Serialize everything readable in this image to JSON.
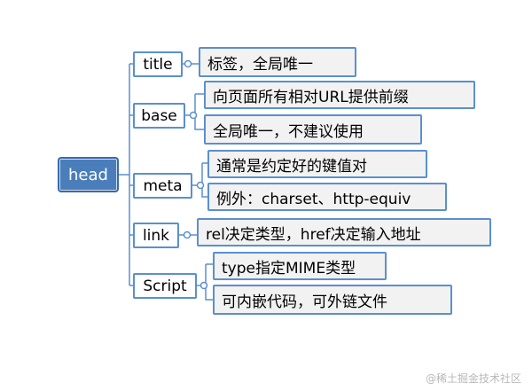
{
  "root": {
    "label": "head"
  },
  "branches": [
    {
      "label": "title",
      "leaves": [
        "标签，全局唯一"
      ]
    },
    {
      "label": "base",
      "leaves": [
        "向页面所有相对URL提供前缀",
        "全局唯一，不建议使用"
      ]
    },
    {
      "label": "meta",
      "leaves": [
        "通常是约定好的键值对",
        "例外：charset、http-equiv"
      ]
    },
    {
      "label": "link",
      "leaves": [
        "rel决定类型，href决定输入地址"
      ]
    },
    {
      "label": "Script",
      "leaves": [
        "type指定MIME类型",
        "可内嵌代码，可外链文件"
      ]
    }
  ],
  "watermark": "@稀土掘金技术社区",
  "colors": {
    "line": "#5b8fd0",
    "root_fill": "#4a7ebb",
    "leaf_fill": "#f2f2f2"
  }
}
